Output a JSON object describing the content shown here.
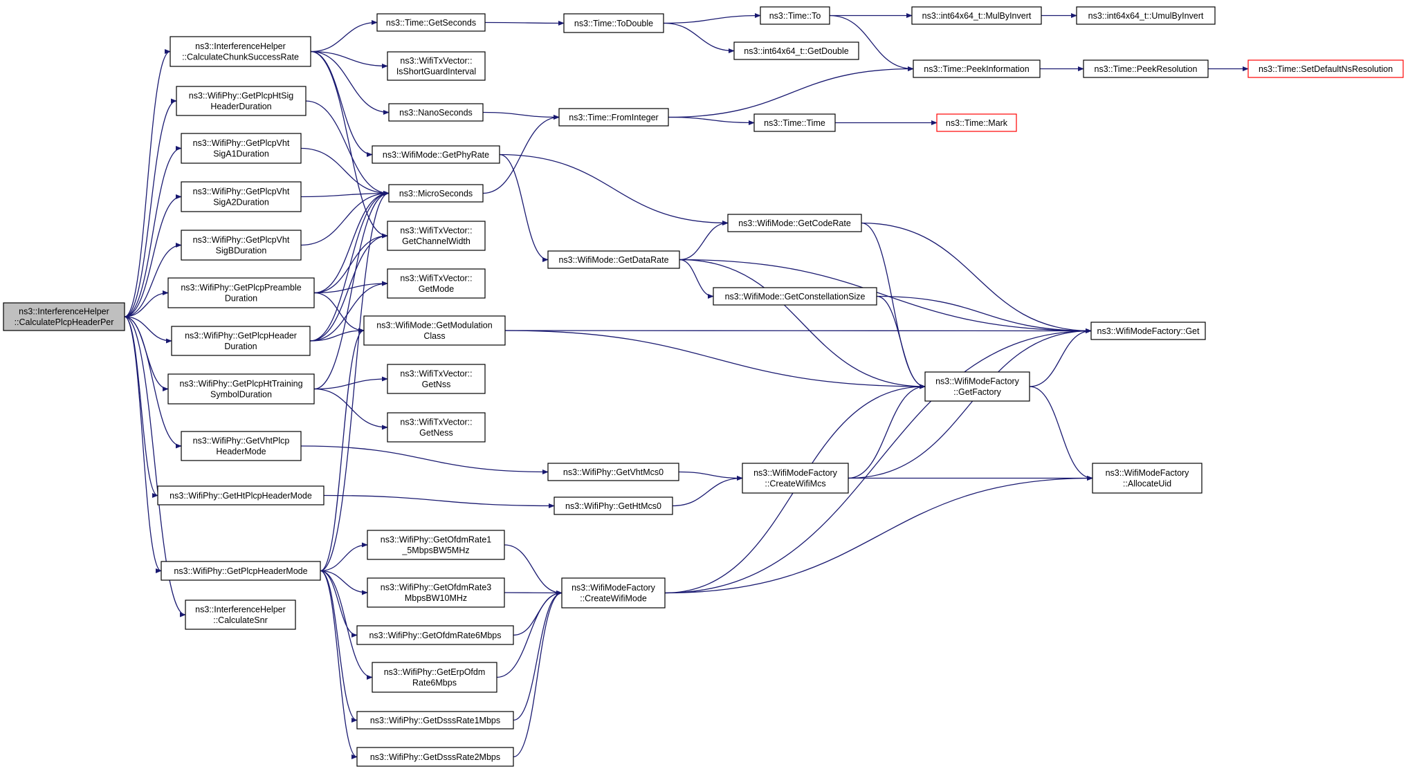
{
  "colors": {
    "edge": "#191970",
    "root_fill": "#bfbfbf",
    "node_fill": "#ffffff",
    "node_border": "#000000",
    "truncated_border": "#ff0000"
  },
  "nodes": [
    {
      "id": "root",
      "lines": [
        "ns3::InterferenceHelper",
        "::CalculatePlcpHeaderPer"
      ],
      "kind": "root"
    },
    {
      "id": "ccsr",
      "lines": [
        "ns3::InterferenceHelper",
        "::CalculateChunkSuccessRate"
      ]
    },
    {
      "id": "htsig",
      "lines": [
        "ns3::WifiPhy::GetPlcpHtSig",
        "HeaderDuration"
      ]
    },
    {
      "id": "vhta1",
      "lines": [
        "ns3::WifiPhy::GetPlcpVht",
        "SigA1Duration"
      ]
    },
    {
      "id": "vhta2",
      "lines": [
        "ns3::WifiPhy::GetPlcpVht",
        "SigA2Duration"
      ]
    },
    {
      "id": "vhtb",
      "lines": [
        "ns3::WifiPhy::GetPlcpVht",
        "SigBDuration"
      ]
    },
    {
      "id": "pream",
      "lines": [
        "ns3::WifiPhy::GetPlcpPreamble",
        "Duration"
      ]
    },
    {
      "id": "hdrdur",
      "lines": [
        "ns3::WifiPhy::GetPlcpHeader",
        "Duration"
      ]
    },
    {
      "id": "httrain",
      "lines": [
        "ns3::WifiPhy::GetPlcpHtTraining",
        "SymbolDuration"
      ]
    },
    {
      "id": "vhthm",
      "lines": [
        "ns3::WifiPhy::GetVhtPlcp",
        "HeaderMode"
      ]
    },
    {
      "id": "hthm",
      "lines": [
        "ns3::WifiPhy::GetHtPlcpHeaderMode"
      ]
    },
    {
      "id": "hm",
      "lines": [
        "ns3::WifiPhy::GetPlcpHeaderMode"
      ]
    },
    {
      "id": "snr",
      "lines": [
        "ns3::InterferenceHelper",
        "::CalculateSnr"
      ]
    },
    {
      "id": "getsec",
      "lines": [
        "ns3::Time::GetSeconds"
      ]
    },
    {
      "id": "shortgi",
      "lines": [
        "ns3::WifiTxVector::",
        "IsShortGuardInterval"
      ]
    },
    {
      "id": "nano",
      "lines": [
        "ns3::NanoSeconds"
      ]
    },
    {
      "id": "phyrate",
      "lines": [
        "ns3::WifiMode::GetPhyRate"
      ]
    },
    {
      "id": "micro",
      "lines": [
        "ns3::MicroSeconds"
      ]
    },
    {
      "id": "chw",
      "lines": [
        "ns3::WifiTxVector::",
        "GetChannelWidth"
      ]
    },
    {
      "id": "gmode",
      "lines": [
        "ns3::WifiTxVector::",
        "GetMode"
      ]
    },
    {
      "id": "modcls",
      "lines": [
        "ns3::WifiMode::GetModulation",
        "Class"
      ]
    },
    {
      "id": "nss",
      "lines": [
        "ns3::WifiTxVector::",
        "GetNss"
      ]
    },
    {
      "id": "ness",
      "lines": [
        "ns3::WifiTxVector::",
        "GetNess"
      ]
    },
    {
      "id": "r15",
      "lines": [
        "ns3::WifiPhy::GetOfdmRate1",
        "_5MbpsBW5MHz"
      ]
    },
    {
      "id": "r3",
      "lines": [
        "ns3::WifiPhy::GetOfdmRate3",
        "MbpsBW10MHz"
      ]
    },
    {
      "id": "r6",
      "lines": [
        "ns3::WifiPhy::GetOfdmRate6Mbps"
      ]
    },
    {
      "id": "erp",
      "lines": [
        "ns3::WifiPhy::GetErpOfdm",
        "Rate6Mbps"
      ]
    },
    {
      "id": "dsss1",
      "lines": [
        "ns3::WifiPhy::GetDsssRate1Mbps"
      ]
    },
    {
      "id": "dsss2",
      "lines": [
        "ns3::WifiPhy::GetDsssRate2Mbps"
      ]
    },
    {
      "id": "todbl",
      "lines": [
        "ns3::Time::ToDouble"
      ]
    },
    {
      "id": "fromint",
      "lines": [
        "ns3::Time::FromInteger"
      ]
    },
    {
      "id": "datarate",
      "lines": [
        "ns3::WifiMode::GetDataRate"
      ]
    },
    {
      "id": "vhtmcs0",
      "lines": [
        "ns3::WifiPhy::GetVhtMcs0"
      ]
    },
    {
      "id": "htmcs0",
      "lines": [
        "ns3::WifiPhy::GetHtMcs0"
      ]
    },
    {
      "id": "cwmode",
      "lines": [
        "ns3::WifiModeFactory",
        "::CreateWifiMode"
      ]
    },
    {
      "id": "to",
      "lines": [
        "ns3::Time::To"
      ]
    },
    {
      "id": "getdbl",
      "lines": [
        "ns3::int64x64_t::GetDouble"
      ]
    },
    {
      "id": "time",
      "lines": [
        "ns3::Time::Time"
      ]
    },
    {
      "id": "coderate",
      "lines": [
        "ns3::WifiMode::GetCodeRate"
      ]
    },
    {
      "id": "constsize",
      "lines": [
        "ns3::WifiMode::GetConstellationSize"
      ]
    },
    {
      "id": "cwmcs",
      "lines": [
        "ns3::WifiModeFactory",
        "::CreateWifiMcs"
      ]
    },
    {
      "id": "mulinv",
      "lines": [
        "ns3::int64x64_t::MulByInvert"
      ]
    },
    {
      "id": "peekinfo",
      "lines": [
        "ns3::Time::PeekInformation"
      ]
    },
    {
      "id": "mark",
      "lines": [
        "ns3::Time::Mark"
      ],
      "kind": "trunc"
    },
    {
      "id": "factory",
      "lines": [
        "ns3::WifiModeFactory",
        "::GetFactory"
      ]
    },
    {
      "id": "umul",
      "lines": [
        "ns3::int64x64_t::UmulByInvert"
      ]
    },
    {
      "id": "peekres",
      "lines": [
        "ns3::Time::PeekResolution"
      ]
    },
    {
      "id": "fget",
      "lines": [
        "ns3::WifiModeFactory::Get"
      ]
    },
    {
      "id": "alloc",
      "lines": [
        "ns3::WifiModeFactory",
        "::AllocateUid"
      ]
    },
    {
      "id": "setdef",
      "lines": [
        "ns3::Time::SetDefaultNsResolution"
      ],
      "kind": "trunc"
    }
  ]
}
